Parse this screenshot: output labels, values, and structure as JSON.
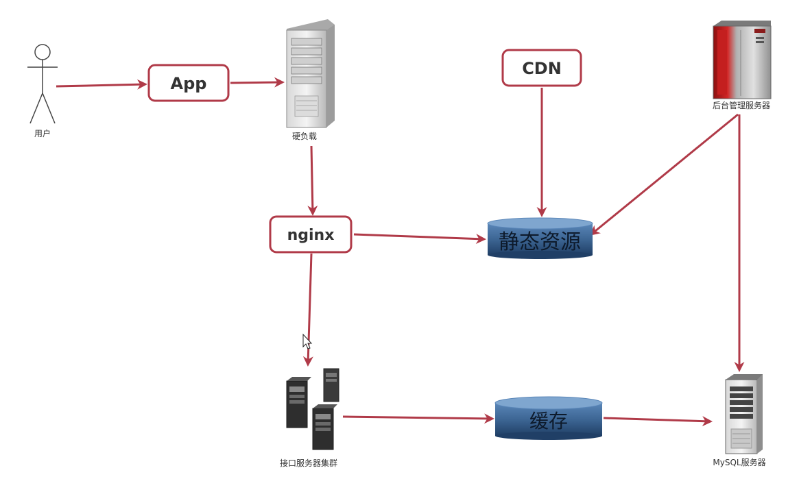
{
  "nodes": {
    "user": {
      "caption": "用户"
    },
    "app": {
      "label": "App"
    },
    "hardware_lb": {
      "caption": "硬负载"
    },
    "cdn": {
      "label": "CDN"
    },
    "admin_server": {
      "caption": "后台管理服务器"
    },
    "nginx": {
      "label": "nginx"
    },
    "static_resources": {
      "label": "静态资源"
    },
    "api_cluster": {
      "caption": "接口服务器集群"
    },
    "cache": {
      "label": "缓存"
    },
    "mysql_server": {
      "caption": "MySQL服务器"
    }
  },
  "colors": {
    "arrow": "#b03a48",
    "box_border": "#b03a48",
    "db_top": "#7fa6cf",
    "db_body": "#3d6694"
  }
}
